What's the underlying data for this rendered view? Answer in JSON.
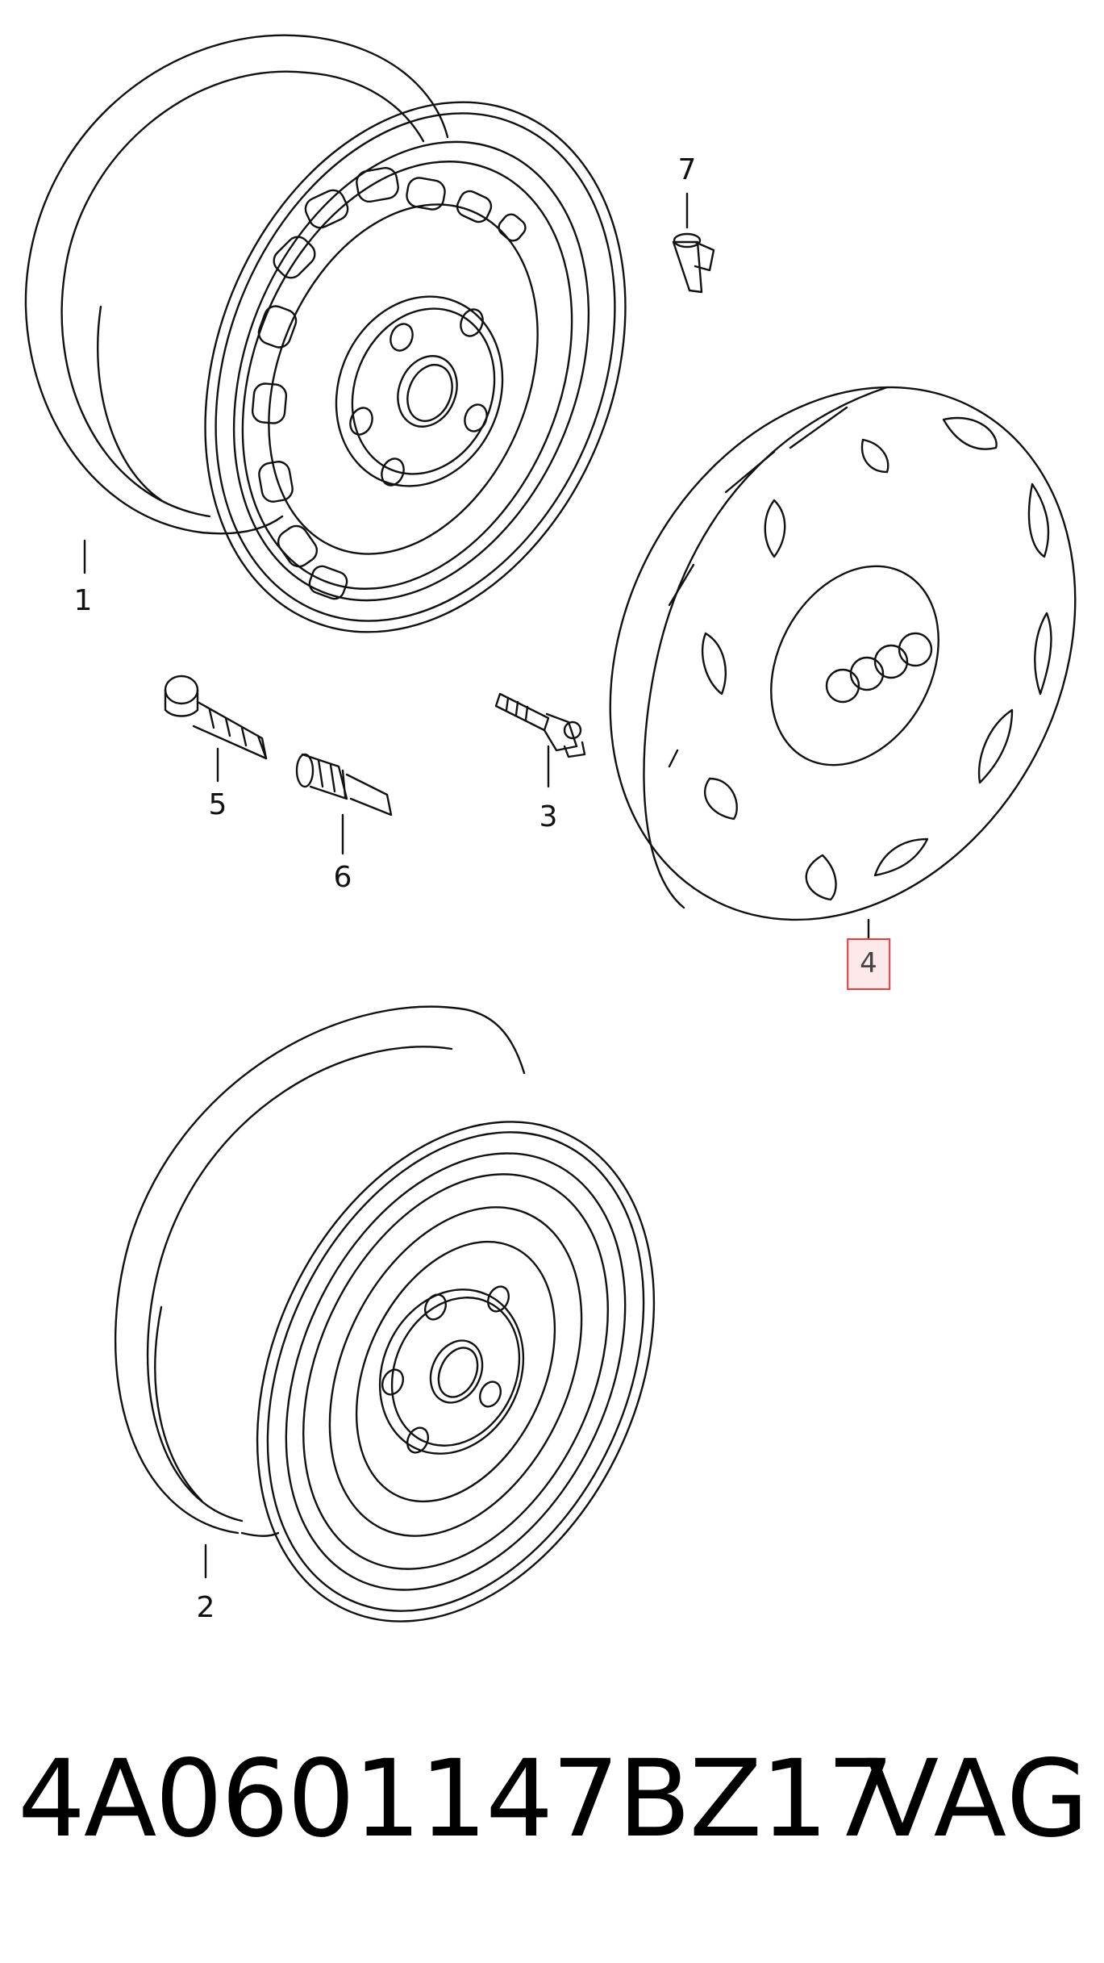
{
  "diagram": {
    "callouts": [
      {
        "id": "1",
        "label": "1"
      },
      {
        "id": "2",
        "label": "2"
      },
      {
        "id": "3",
        "label": "3"
      },
      {
        "id": "4",
        "label": "4",
        "highlighted": true
      },
      {
        "id": "5",
        "label": "5"
      },
      {
        "id": "6",
        "label": "6"
      },
      {
        "id": "7",
        "label": "7"
      }
    ],
    "highlight_color": "#e04040"
  },
  "footer": {
    "part_number": "4A0601147BZ17",
    "brand": "VAG"
  }
}
